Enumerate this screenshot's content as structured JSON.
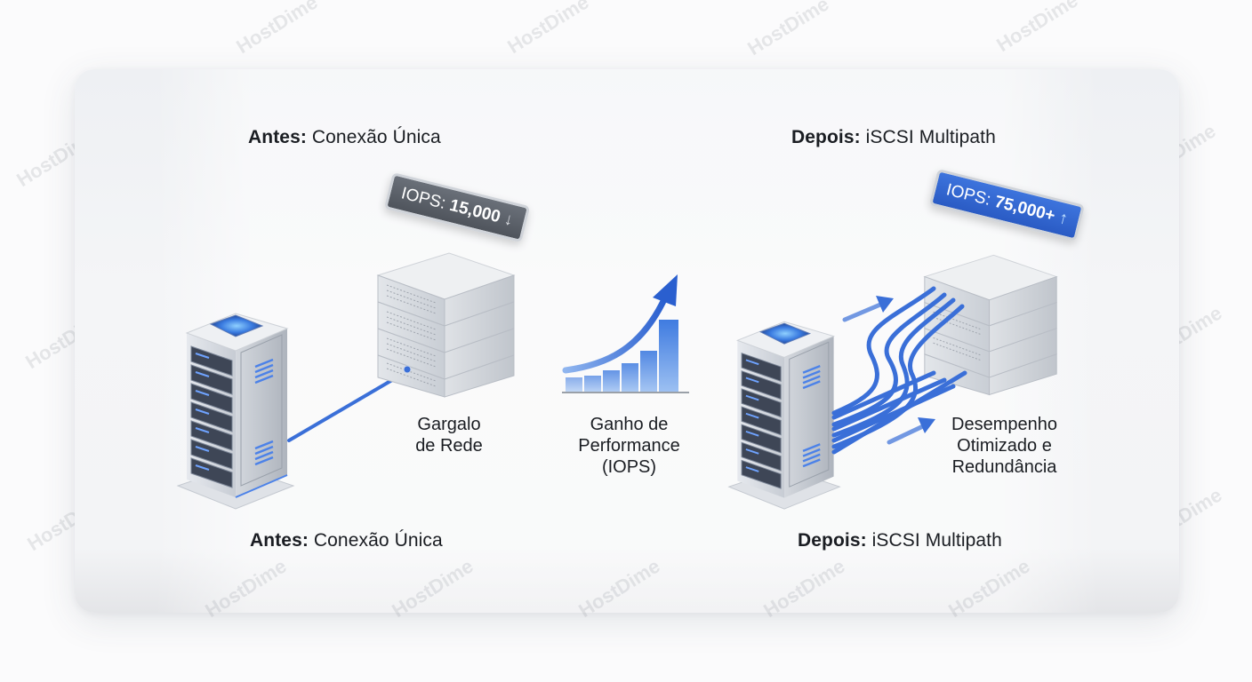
{
  "watermark": "HostDime",
  "before": {
    "title_prefix": "Antes:",
    "title_rest": "Conexão Única",
    "footer_prefix": "Antes:",
    "footer_rest": "Conexão Única",
    "badge_label": "IOPS:",
    "badge_value": "15,000",
    "badge_arrow": "↓",
    "caption_line1": "Gargalo",
    "caption_line2": "de Rede"
  },
  "center": {
    "caption_line1": "Ganho de",
    "caption_line2": "Performance",
    "caption_line3": "(IOPS)"
  },
  "after": {
    "title_prefix": "Depois:",
    "title_rest": "iSCSI Multipath",
    "footer_prefix": "Depois:",
    "footer_rest": "iSCSI Multipath",
    "badge_label": "IOPS:",
    "badge_value": "75,000+",
    "badge_arrow": "↑",
    "caption_line1": "Desempenho",
    "caption_line2": "Otimizado e",
    "caption_line3": "Redundância"
  },
  "colors": {
    "accent_blue": "#3a6fd8",
    "badge_gray": "#5b6068",
    "badge_blue": "#2f63cf",
    "text": "#1a1d22"
  }
}
